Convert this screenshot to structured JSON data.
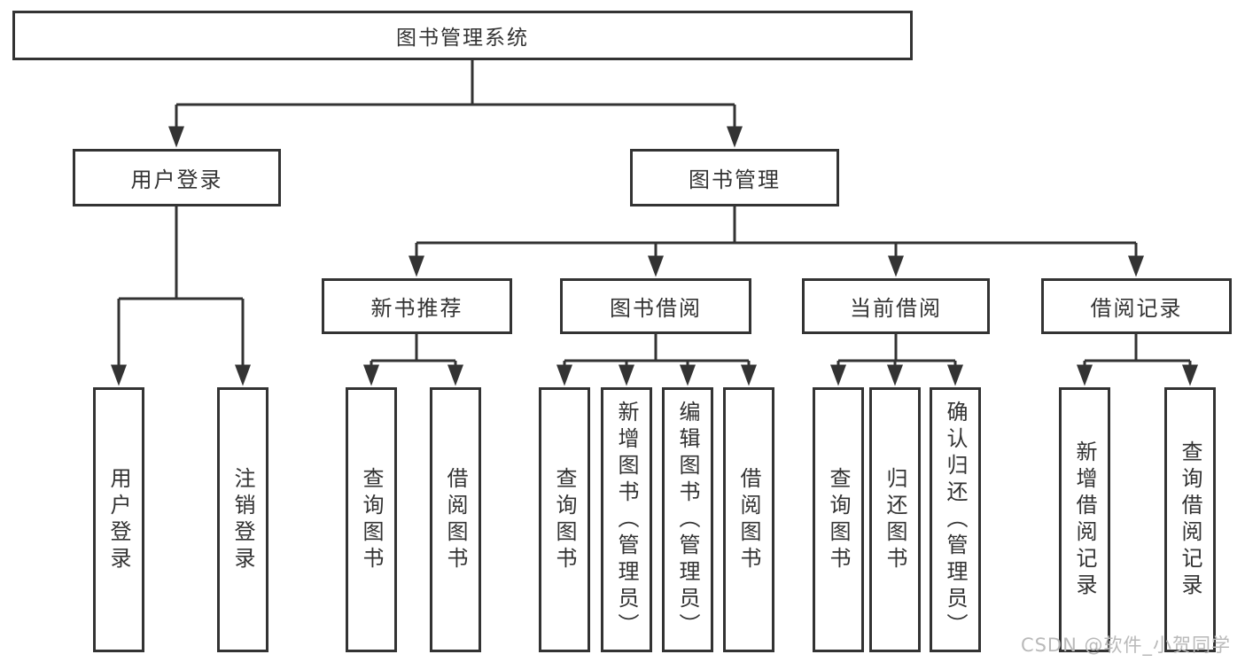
{
  "watermark": {
    "text": "CSDN @软件_小贺同学"
  },
  "tree": {
    "root": {
      "label": "图书管理系统"
    },
    "children": [
      {
        "label": "用户登录",
        "children": [
          {
            "label": "用户登录"
          },
          {
            "label": "注销登录"
          }
        ]
      },
      {
        "label": "图书管理",
        "children": [
          {
            "label": "新书推荐",
            "children": [
              {
                "label": "查询图书"
              },
              {
                "label": "借阅图书"
              }
            ]
          },
          {
            "label": "图书借阅",
            "children": [
              {
                "label": "查询图书"
              },
              {
                "label": "新增图书（管理员）"
              },
              {
                "label": "编辑图书（管理员）"
              },
              {
                "label": "借阅图书"
              }
            ]
          },
          {
            "label": "当前借阅",
            "children": [
              {
                "label": "查询图书"
              },
              {
                "label": "归还图书"
              },
              {
                "label": "确认归还（管理员）"
              }
            ]
          },
          {
            "label": "借阅记录",
            "children": [
              {
                "label": "新增借阅记录"
              },
              {
                "label": "查询借阅记录"
              }
            ]
          }
        ]
      }
    ]
  }
}
